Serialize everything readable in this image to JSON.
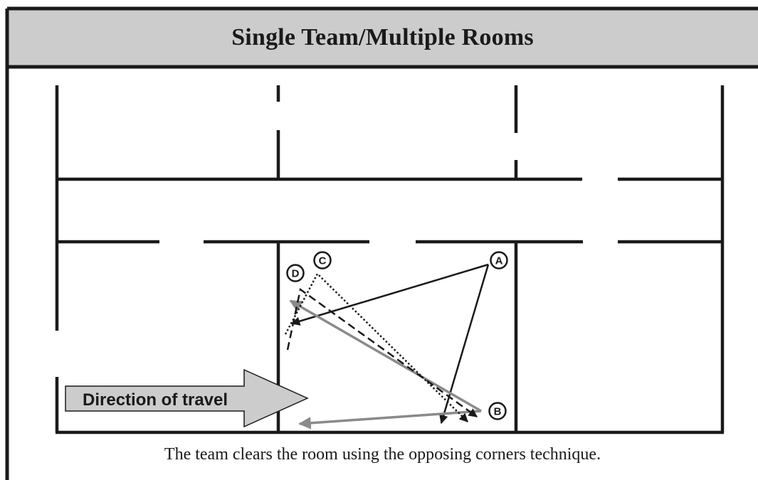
{
  "title": "Single Team/Multiple Rooms",
  "direction_label": "Direction of travel",
  "caption": "The team clears the room using the opposing corners technique.",
  "positions": [
    "A",
    "B",
    "C",
    "D"
  ],
  "colors": {
    "wall": "#1a1a1a",
    "header_fill": "#cccccc",
    "gray_arrow": "#8a8a8a",
    "arrow_fill": "#cccccc"
  }
}
